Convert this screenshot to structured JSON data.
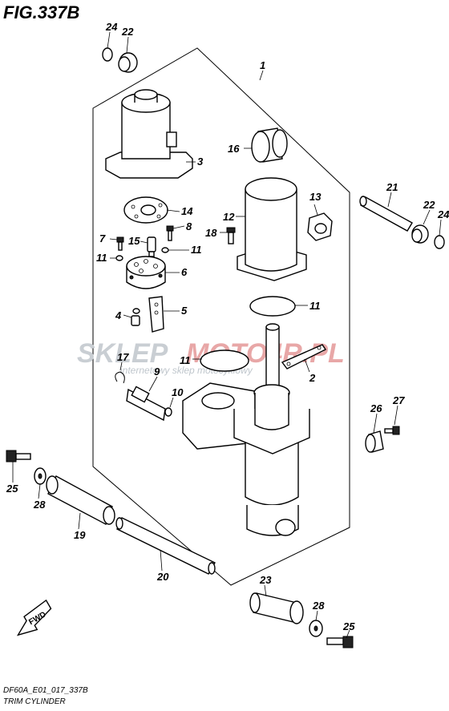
{
  "figure": {
    "title": "FIG.337B",
    "code": "DF60A_E01_017_337B",
    "name": "TRIM CYLINDER"
  },
  "watermark": {
    "main_left": "SKLEP",
    "main_right": "MOTO4R.PL",
    "sub": "internetowy sklep motocyklowy"
  },
  "fwd_label": "FWD",
  "callouts": [
    "1",
    "2",
    "3",
    "4",
    "5",
    "6",
    "7",
    "8",
    "9",
    "10",
    "11",
    "11",
    "11",
    "11",
    "12",
    "13",
    "14",
    "15",
    "16",
    "17",
    "18",
    "19",
    "20",
    "21",
    "22",
    "22",
    "23",
    "24",
    "24",
    "25",
    "25",
    "26",
    "27",
    "28",
    "28"
  ],
  "colors": {
    "watermark_gray": "#c9ced3",
    "watermark_red": "#e8a7a7",
    "line": "#000000"
  }
}
